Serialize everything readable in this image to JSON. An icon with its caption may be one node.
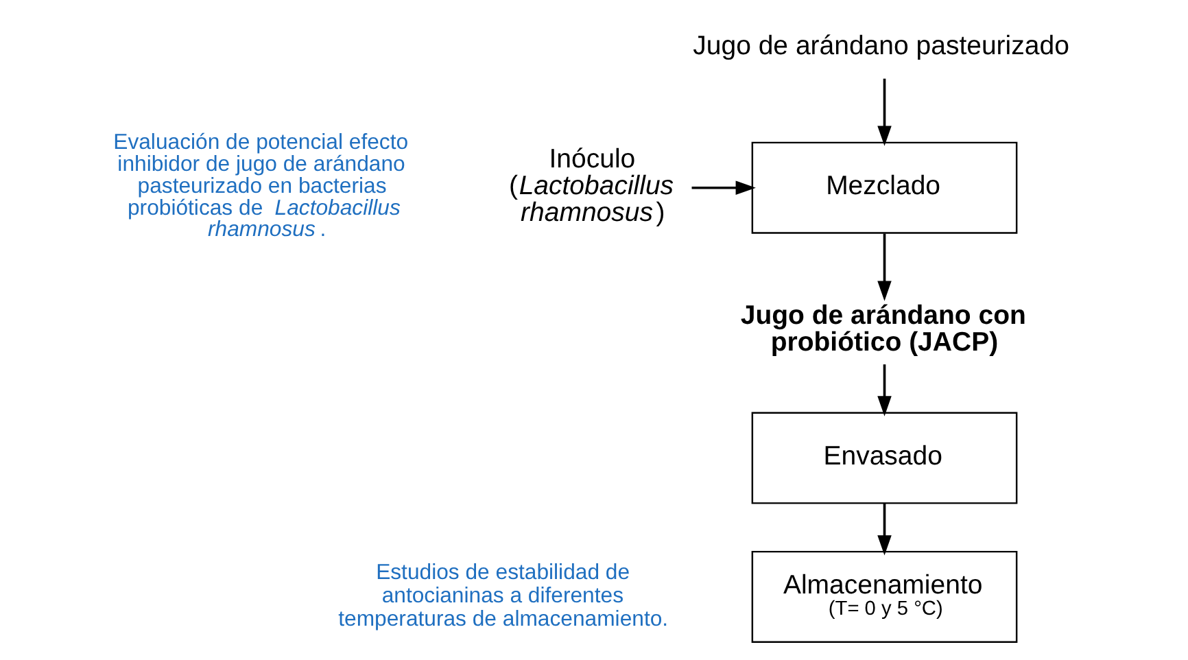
{
  "diagram": {
    "nodes": [
      {
        "text": [
          "Jugo de arándano pasteurizado"
        ]
      },
      {
        "text": [
          "Mezclado"
        ]
      },
      {
        "text": [
          "Inóculo (*Lactobacillus rhamnosus*)"
        ]
      },
      {
        "text": [
          "Jugo de arándano con probiótico (JACP)"
        ]
      },
      {
        "text": [
          "Envasado"
        ]
      },
      {
        "text": [
          "Almacenamiento",
          "(T= 0 y 5 °C)"
        ]
      }
    ],
    "edges": [
      {
        "from": 0,
        "to": 1,
        "arrow": "to"
      },
      {
        "from": 2,
        "to": 1,
        "arrow": "to"
      },
      {
        "from": 1,
        "to": 3,
        "arrow": "to"
      },
      {
        "from": 3,
        "to": 4,
        "arrow": "to"
      },
      {
        "from": 4,
        "to": 5,
        "arrow": "to"
      }
    ],
    "labels": [
      "Evaluación de potencial efecto inhibidor de jugo de arándano pasteurizado en bacterias probióticas de *Lactobacillus rhamnosus*.",
      "Estudios de estabilidad de antocianinas a diferentes temperaturas de almacenamiento."
    ]
  }
}
